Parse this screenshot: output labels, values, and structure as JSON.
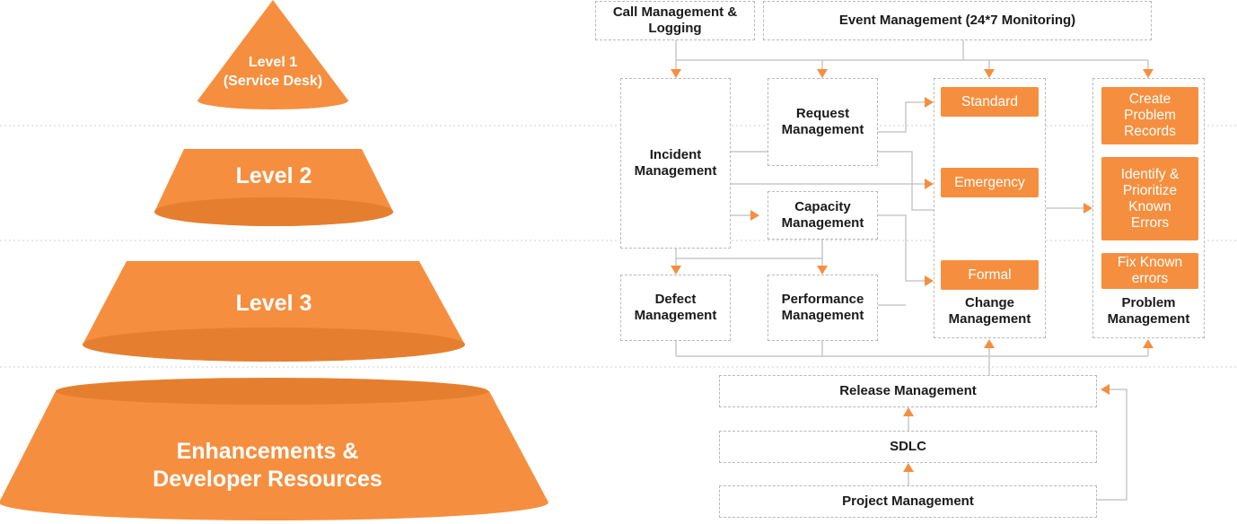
{
  "colors": {
    "accent": "#f58f3f",
    "accent_dark": "#e57f2f",
    "box_border": "#b9b9b9",
    "line": "#c8c8c8",
    "arrow": "#f58f3f",
    "separator": "#cfcfcf"
  },
  "pyramid": {
    "level1": "Level 1\n(Service Desk)",
    "level2": "Level  2",
    "level3": "Level  3",
    "level4": "Enhancements &\nDeveloper Resources"
  },
  "process": {
    "call_management": "Call Management &\nLogging",
    "event_management": "Event Management  (24*7 Monitoring)",
    "incident_management": "Incident\nManagement",
    "request_management": "Request\nManagement",
    "capacity_management": "Capacity\nManagement",
    "defect_management": "Defect\nManagement",
    "performance_management": "Performance\nManagement",
    "change_management": {
      "title": "Change\nManagement",
      "items": [
        "Standard",
        "Emergency",
        "Formal"
      ]
    },
    "problem_management": {
      "title": "Problem\nManagement",
      "items": [
        "Create\nProblem\nRecords",
        "Identify &\nPrioritize\nKnown\nErrors",
        "Fix Known\nerrors"
      ]
    },
    "release_management": "Release Management",
    "sdlc": "SDLC",
    "project_management": "Project Management"
  }
}
